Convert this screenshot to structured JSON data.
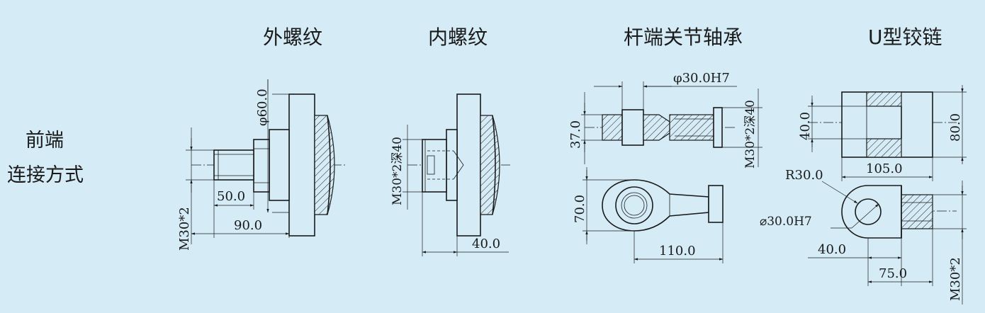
{
  "row_label": [
    "前端",
    "连接方式"
  ],
  "headers": {
    "external_thread": "外螺纹",
    "internal_thread": "内螺纹",
    "rod_end": "杆端关节轴承",
    "u_hinge": "U型铰链"
  },
  "dims": {
    "ext_dia": "φ60.0",
    "ext_len1": "50.0",
    "ext_len2": "90.0",
    "ext_thread": "M30*2",
    "int_thread": "M30*2深40",
    "int_len": "40.0",
    "rod_bore": "φ30.0H7",
    "rod_37": "37.0",
    "rod_thread": "M30*2深40",
    "rod_70": "70.0",
    "rod_110": "110.0",
    "u_40": "40.0",
    "u_80": "80.0",
    "u_105": "105.0",
    "u_r30": "R30.0",
    "u_bore": "⌀30.0H7",
    "u_40b": "40.0",
    "u_75": "75.0",
    "u_thread": "M30*2"
  }
}
